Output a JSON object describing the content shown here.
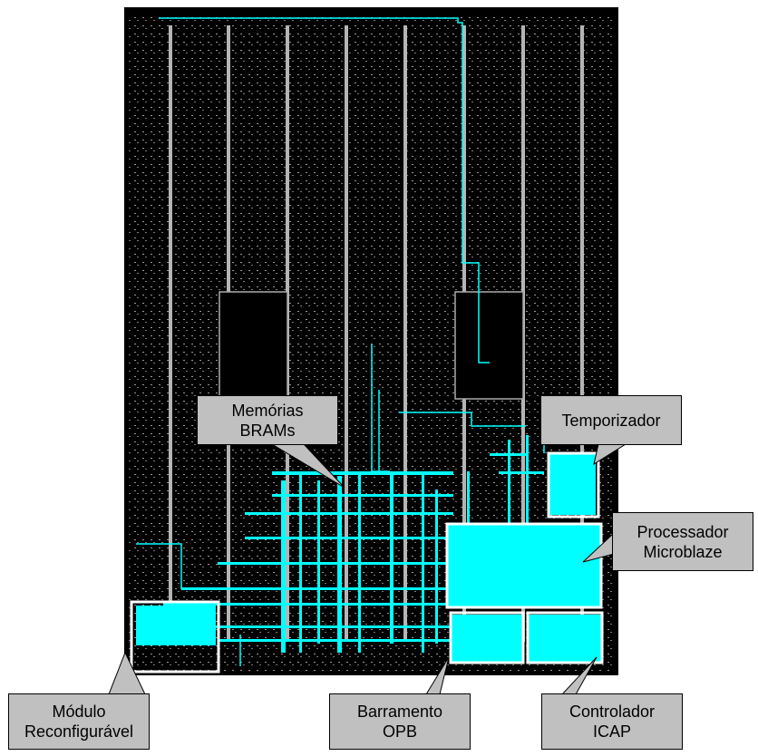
{
  "labels": {
    "bram": "Memórias\nBRAMs",
    "timer": "Temporizador",
    "processor": "Processador\nMicroblaze",
    "reconfig": "Módulo\nReconfigurável",
    "opb": "Barramento\nOPB",
    "icap": "Controlador\nICAP"
  },
  "colors": {
    "background": "#000000",
    "routing": "#00ffff",
    "grid": "#9a9a9a",
    "bram_column": "#b5b5b5",
    "region_outline": "#ffffff",
    "callout_fill": "#c0c0c0"
  }
}
